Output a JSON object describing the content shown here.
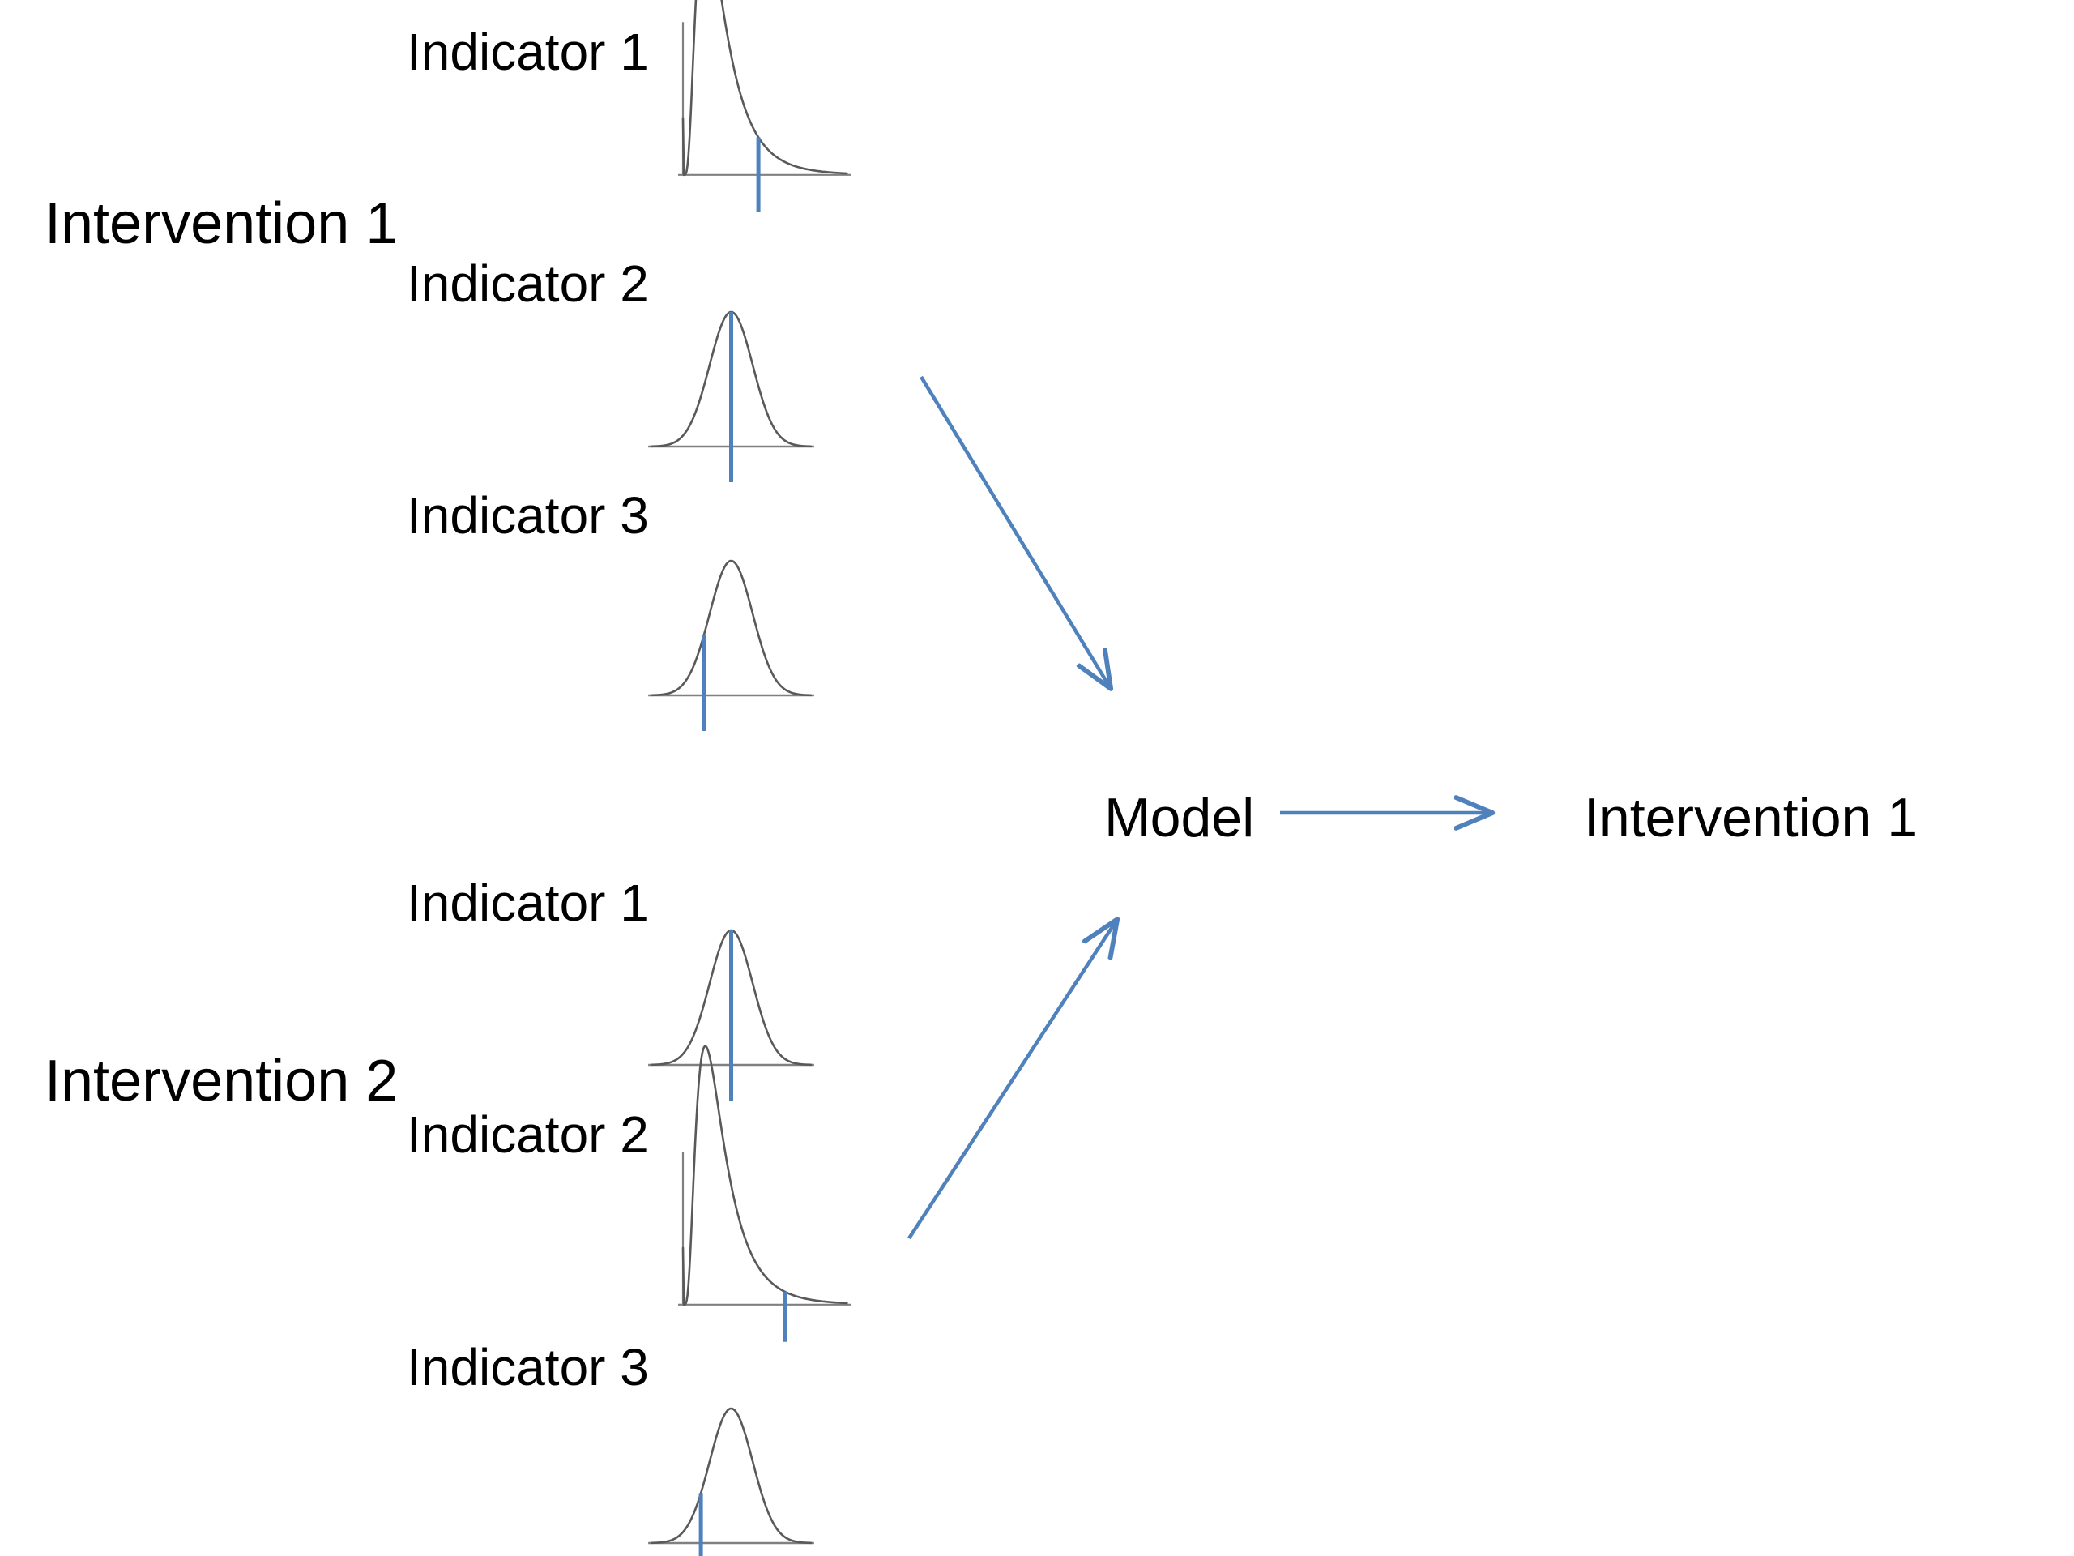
{
  "diagram": {
    "title": "Intervention indicator distributions feeding a model",
    "accent_color": "#4F81BD",
    "curve_color": "#595959",
    "axis_color": "#808080",
    "text_color": "#000000",
    "background": "#FFFFFF"
  },
  "groups": [
    {
      "label": "Intervention 1",
      "indicators": [
        {
          "label": "Indicator 1",
          "shape": "right-skewed",
          "marker_position": 0.46
        },
        {
          "label": "Indicator 2",
          "shape": "normal",
          "marker_position": 0.5
        },
        {
          "label": "Indicator 3",
          "shape": "normal",
          "marker_position": 0.33
        }
      ]
    },
    {
      "label": "Intervention 2",
      "indicators": [
        {
          "label": "Indicator 1",
          "shape": "normal",
          "marker_position": 0.5
        },
        {
          "label": "Indicator 2",
          "shape": "right-skewed",
          "marker_position": 0.62
        },
        {
          "label": "Indicator 3",
          "shape": "normal",
          "marker_position": 0.31
        }
      ]
    }
  ],
  "model": {
    "label": "Model"
  },
  "output": {
    "label": "Intervention 1"
  },
  "arrows": [
    {
      "name": "intervention-1-to-model",
      "direction": "down-right"
    },
    {
      "name": "intervention-2-to-model",
      "direction": "up-right"
    },
    {
      "name": "model-to-output",
      "direction": "right"
    }
  ],
  "chart_data": {
    "type": "line",
    "title": "Indicator probability distributions with observed-value markers",
    "xlabel": "",
    "ylabel": "",
    "grid": false,
    "legend": "none",
    "charts": [
      {
        "id": "intervention-1-indicator-1",
        "group": "Intervention 1",
        "name": "Indicator 1",
        "distribution": "right-skewed",
        "has_axes": true,
        "marker": {
          "type": "vertical-line",
          "x_fraction": 0.46,
          "color": "#4F81BD"
        },
        "x": [
          0.0,
          0.1,
          0.2,
          0.3,
          0.4,
          0.5,
          0.6,
          0.7,
          0.8,
          0.9,
          1.0
        ],
        "y": [
          0.42,
          0.82,
          0.98,
          0.93,
          0.74,
          0.52,
          0.34,
          0.2,
          0.11,
          0.05,
          0.02
        ]
      },
      {
        "id": "intervention-1-indicator-2",
        "group": "Intervention 1",
        "name": "Indicator 2",
        "distribution": "normal",
        "has_axes": false,
        "marker": {
          "type": "vertical-line",
          "x_fraction": 0.5,
          "color": "#4F81BD"
        },
        "x": [
          0.0,
          0.1,
          0.2,
          0.3,
          0.4,
          0.5,
          0.6,
          0.7,
          0.8,
          0.9,
          1.0
        ],
        "y": [
          0.01,
          0.04,
          0.14,
          0.42,
          0.8,
          1.0,
          0.8,
          0.42,
          0.14,
          0.04,
          0.01
        ]
      },
      {
        "id": "intervention-1-indicator-3",
        "group": "Intervention 1",
        "name": "Indicator 3",
        "distribution": "normal",
        "has_axes": false,
        "marker": {
          "type": "vertical-line",
          "x_fraction": 0.33,
          "color": "#4F81BD"
        },
        "x": [
          0.0,
          0.1,
          0.2,
          0.3,
          0.4,
          0.5,
          0.6,
          0.7,
          0.8,
          0.9,
          1.0
        ],
        "y": [
          0.01,
          0.04,
          0.14,
          0.42,
          0.8,
          1.0,
          0.8,
          0.42,
          0.14,
          0.04,
          0.01
        ]
      },
      {
        "id": "intervention-2-indicator-1",
        "group": "Intervention 2",
        "name": "Indicator 1",
        "distribution": "normal",
        "has_axes": false,
        "marker": {
          "type": "vertical-line",
          "x_fraction": 0.5,
          "color": "#4F81BD"
        },
        "x": [
          0.0,
          0.1,
          0.2,
          0.3,
          0.4,
          0.5,
          0.6,
          0.7,
          0.8,
          0.9,
          1.0
        ],
        "y": [
          0.01,
          0.04,
          0.14,
          0.42,
          0.8,
          1.0,
          0.8,
          0.42,
          0.14,
          0.04,
          0.01
        ]
      },
      {
        "id": "intervention-2-indicator-2",
        "group": "Intervention 2",
        "name": "Indicator 2",
        "distribution": "right-skewed",
        "has_axes": true,
        "marker": {
          "type": "vertical-line",
          "x_fraction": 0.62,
          "color": "#4F81BD"
        },
        "x": [
          0.0,
          0.1,
          0.2,
          0.3,
          0.4,
          0.5,
          0.6,
          0.7,
          0.8,
          0.9,
          1.0
        ],
        "y": [
          0.42,
          0.82,
          0.98,
          0.93,
          0.74,
          0.52,
          0.34,
          0.2,
          0.11,
          0.05,
          0.02
        ]
      },
      {
        "id": "intervention-2-indicator-3",
        "group": "Intervention 2",
        "name": "Indicator 3",
        "distribution": "normal",
        "has_axes": false,
        "marker": {
          "type": "vertical-line",
          "x_fraction": 0.31,
          "color": "#4F81BD"
        },
        "x": [
          0.0,
          0.1,
          0.2,
          0.3,
          0.4,
          0.5,
          0.6,
          0.7,
          0.8,
          0.9,
          1.0
        ],
        "y": [
          0.01,
          0.04,
          0.14,
          0.42,
          0.8,
          1.0,
          0.8,
          0.42,
          0.14,
          0.04,
          0.01
        ]
      }
    ]
  }
}
